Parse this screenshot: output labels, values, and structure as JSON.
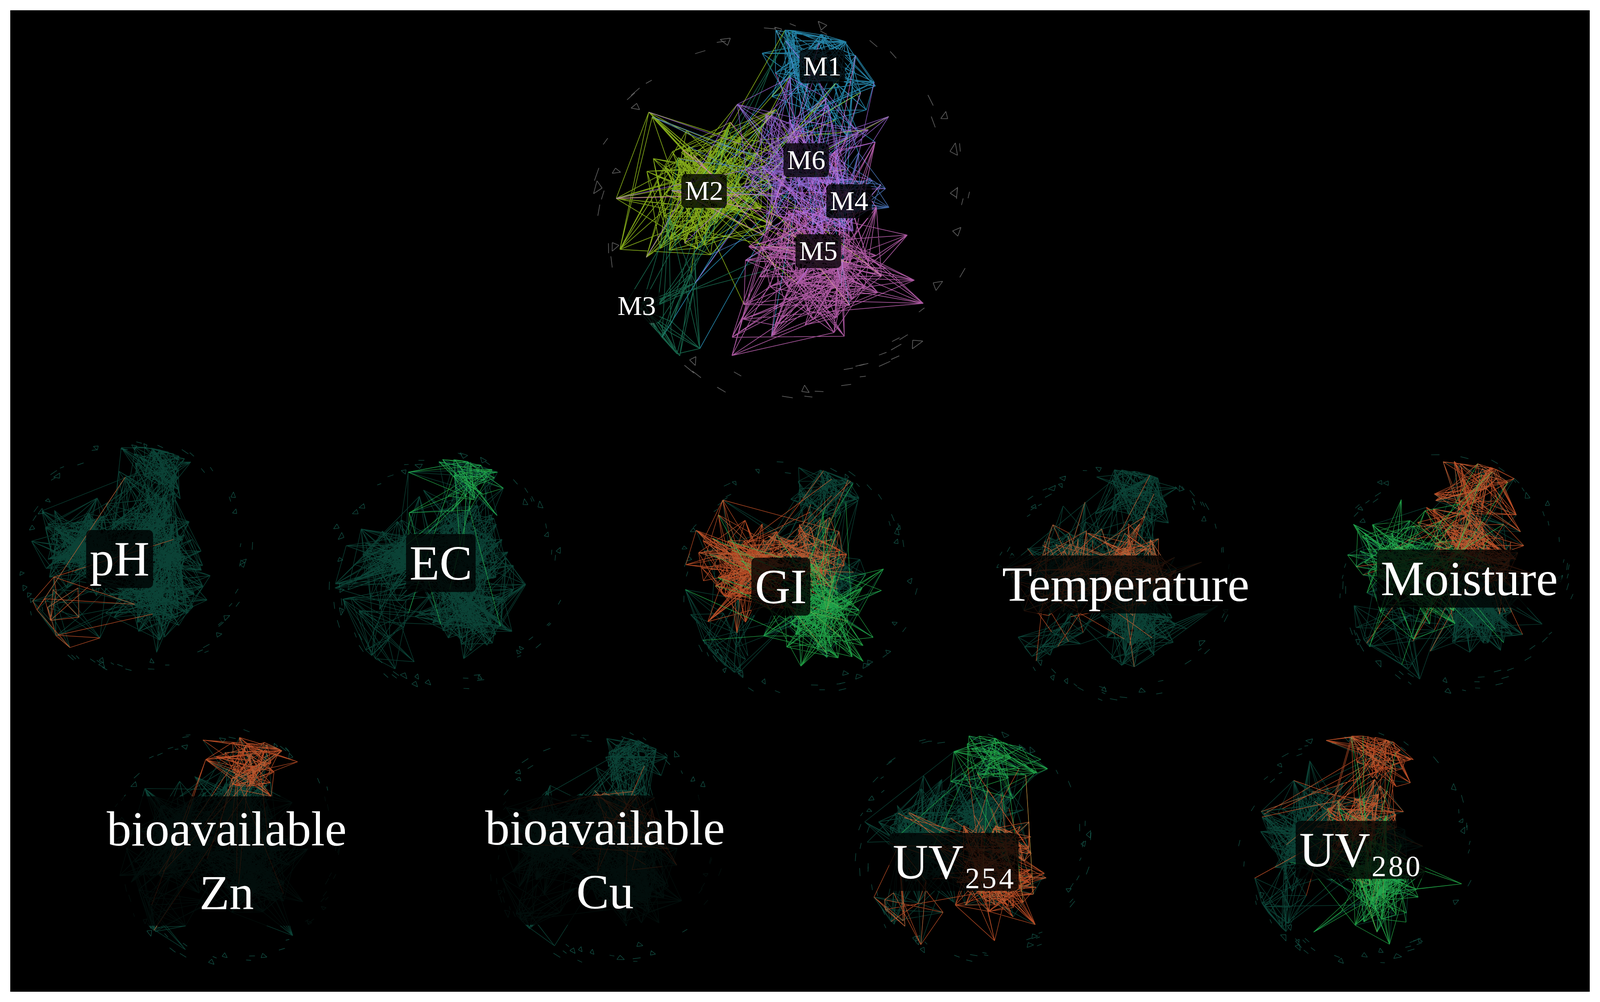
{
  "diagram": {
    "labels": [
      "M1",
      "M2",
      "M3",
      "M4",
      "M5",
      "M6",
      "pH",
      "EC",
      "GI",
      "Temperature",
      "Moisture",
      "bioavailable Zn",
      "bioavailable Cu",
      "UV₂₅₄",
      "UV₂₈₀"
    ]
  }
}
